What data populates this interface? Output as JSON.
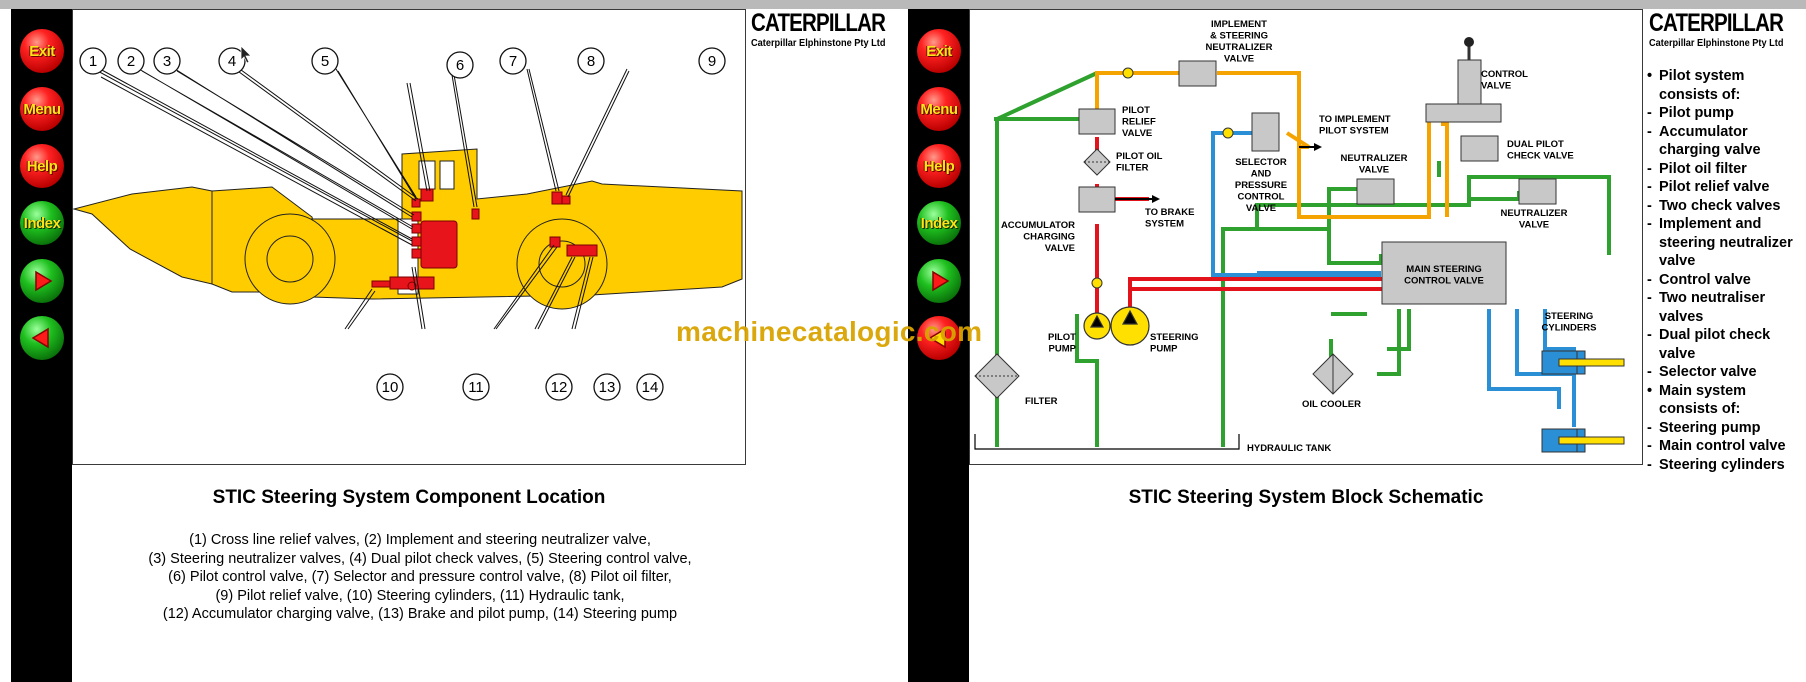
{
  "nav": {
    "exit": "Exit",
    "menu": "Menu",
    "help": "Help",
    "index": "Index",
    "forward_icon": "play-right-icon",
    "back_icon": "play-left-icon"
  },
  "brand": {
    "logo": "CATERPILLAR",
    "company": "Caterpillar Elphinstone Pty Ltd"
  },
  "left_panel": {
    "caption": "STIC Steering System Component Location",
    "callouts": [
      "1",
      "2",
      "3",
      "4",
      "5",
      "6",
      "7",
      "8",
      "9",
      "10",
      "11",
      "12",
      "13",
      "14"
    ],
    "legend": [
      "(1) Cross line relief valves,  (2) Implement and steering neutralizer valve,",
      "(3) Steering neutralizer valves,  (4) Dual pilot check valves,  (5) Steering control valve,",
      "(6) Pilot control valve,  (7) Selector and pressure control valve,  (8) Pilot oil filter,",
      "(9) Pilot relief valve,  (10) Steering cylinders,  (11) Hydraulic tank,",
      "(12) Accumulator charging valve,  (13) Brake and pilot pump,  (14) Steering pump"
    ]
  },
  "right_panel": {
    "caption": "STIC Steering System Block Schematic",
    "labels": {
      "impl_neutralizer": [
        "IMPLEMENT",
        "& STEERING",
        "NEUTRALIZER",
        "VALVE"
      ],
      "control_valve": [
        "CONTROL",
        "VALVE"
      ],
      "pilot_relief": [
        "PILOT",
        "RELIEF",
        "VALVE"
      ],
      "pilot_oil_filter": [
        "PILOT OIL",
        "FILTER"
      ],
      "to_implement": [
        "TO IMPLEMENT",
        "PILOT SYSTEM"
      ],
      "selector": [
        "SELECTOR",
        "AND",
        "PRESSURE",
        "CONTROL",
        "VALVE"
      ],
      "neutralizer_1": [
        "NEUTRALIZER",
        "VALVE"
      ],
      "dual_pilot": [
        "DUAL PILOT",
        "CHECK VALVE"
      ],
      "neutralizer_2": [
        "NEUTRALIZER",
        "VALVE"
      ],
      "to_brake": [
        "TO BRAKE",
        "SYSTEM"
      ],
      "accumulator": [
        "ACCUMULATOR",
        "CHARGING",
        "VALVE"
      ],
      "main_steering": [
        "MAIN STEERING",
        "CONTROL VALVE"
      ],
      "steering_cylinders": [
        "STEERING",
        "CYLINDERS"
      ],
      "pilot_pump": [
        "PILOT",
        "PUMP"
      ],
      "steering_pump": [
        "STEERING",
        "PUMP"
      ],
      "filter": "FILTER",
      "oil_cooler": "OIL COOLER",
      "hydraulic_tank": "HYDRAULIC TANK"
    },
    "bullets": [
      {
        "text": "Pilot system consists of:",
        "sub": false
      },
      {
        "text": "Pilot pump",
        "sub": true
      },
      {
        "text": "Accumulator charging valve",
        "sub": true
      },
      {
        "text": "Pilot oil filter",
        "sub": true
      },
      {
        "text": "Pilot relief valve",
        "sub": true
      },
      {
        "text": "Two check valves",
        "sub": true
      },
      {
        "text": "Implement and steering neutralizer valve",
        "sub": true
      },
      {
        "text": "Control valve",
        "sub": true
      },
      {
        "text": "Two neutraliser valves",
        "sub": true
      },
      {
        "text": "Dual pilot check valve",
        "sub": true
      },
      {
        "text": "Selector valve",
        "sub": true
      },
      {
        "text": "Main system consists of:",
        "sub": false
      },
      {
        "text": "Steering pump",
        "sub": true
      },
      {
        "text": "Main control valve",
        "sub": true
      },
      {
        "text": "Steering cylinders",
        "sub": true
      }
    ]
  },
  "watermark": "machinecatalogic.com",
  "colors": {
    "loader_yellow": "#ffcc00",
    "component_red": "#e8141b",
    "pilot_orange": "#f5a300",
    "supply_red": "#e3131b",
    "return_green": "#2ea12e",
    "cylinder_blue": "#2a8fd4",
    "nav_strip": "#000000"
  }
}
